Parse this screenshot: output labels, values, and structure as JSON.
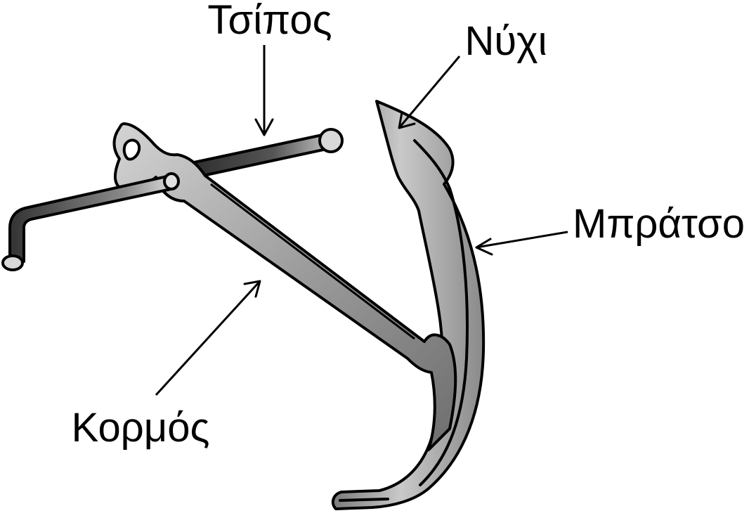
{
  "diagram": {
    "labels": {
      "stock": "Τσίπος",
      "fluke": "Νύχι",
      "arm": "Μπράτσο",
      "shank": "Κορμός"
    },
    "colors": {
      "outline": "#000000",
      "metal_light": "#d8d8d8",
      "metal_mid": "#a8a8a8",
      "metal_dark": "#555555",
      "stock_dark": "#2a2a2a",
      "background": "#ffffff"
    }
  }
}
